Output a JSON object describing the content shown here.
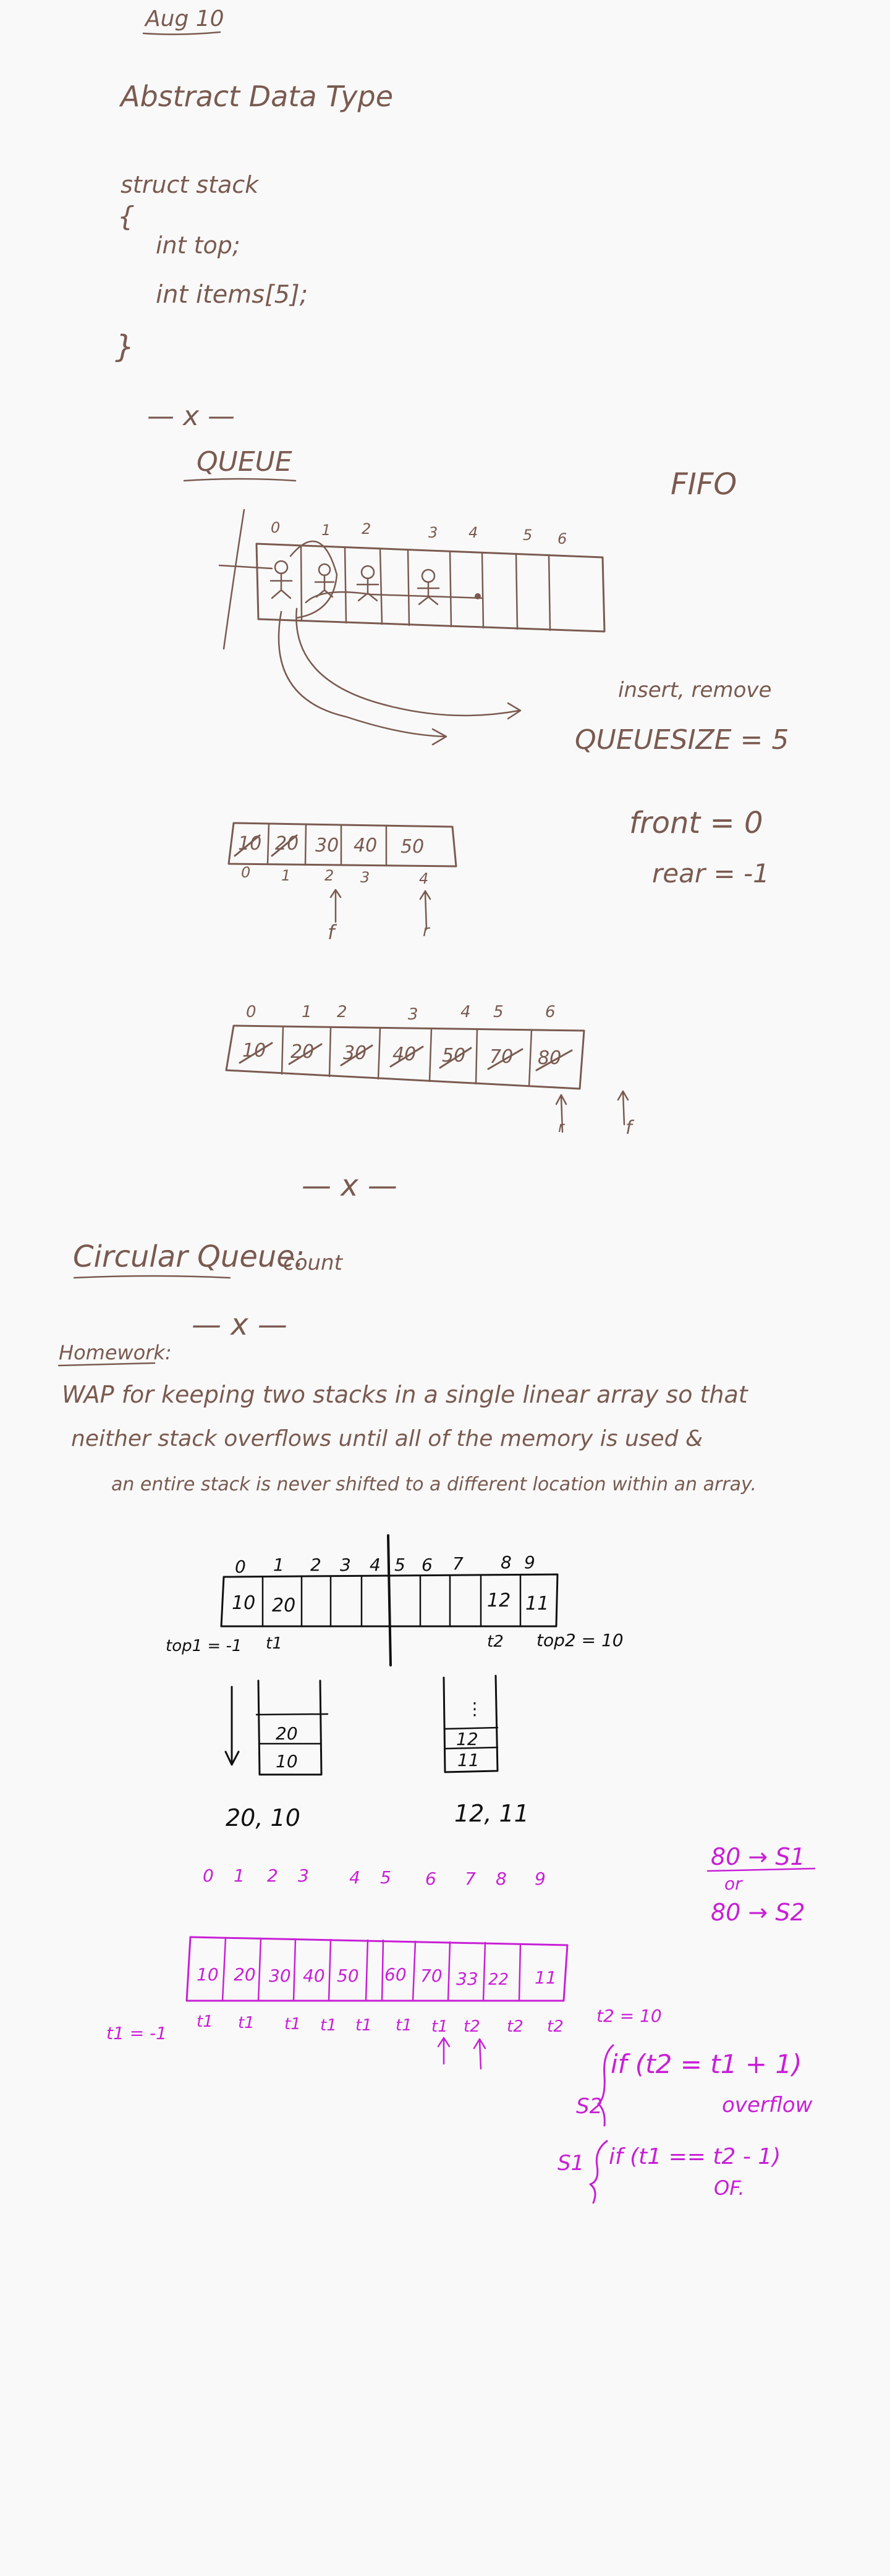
{
  "colors": {
    "background": "#f9f9f9",
    "brown_ink": "#7a5a50",
    "black_ink": "#111111",
    "magenta_ink": "#c81fd6"
  },
  "header": {
    "date": "Aug 10",
    "topic": "Abstract Data Type"
  },
  "struct_code": {
    "line1": "struct stack",
    "open_brace": "{",
    "line2": "int top;",
    "line3": "int items[5];",
    "close_brace": "}"
  },
  "separator": "— x —",
  "queue": {
    "title": "QUEUE",
    "fifo": "FIFO",
    "indices": [
      "0",
      "1",
      "2",
      "3",
      "4",
      "5",
      "6"
    ],
    "ops_note": "insert, remove",
    "size_note": "QUEUESIZE = 5",
    "front_note": "front = 0",
    "rear_note": "rear = -1"
  },
  "array_small": {
    "cells": [
      "10",
      "20",
      "30",
      "40",
      "50"
    ],
    "indices": [
      "0",
      "1",
      "2",
      "3",
      "4"
    ],
    "f_label": "f",
    "r_label": "r"
  },
  "array_large": {
    "cells": [
      "10",
      "20",
      "30",
      "40",
      "50",
      "70",
      "80"
    ],
    "indices": [
      "0",
      "1",
      "2",
      "3",
      "4",
      "5",
      "6"
    ],
    "r_label": "r",
    "f_label": "f"
  },
  "circular": {
    "title": "Circular Queue:",
    "count": "count"
  },
  "homework": {
    "label": "Homework:",
    "line1": "WAP for keeping two stacks in a single linear array so that",
    "line2": "neither stack overflows until all of the memory is used &",
    "line3": "an entire stack is never shifted to a different location within an array."
  },
  "two_stacks_black": {
    "indices": [
      "0",
      "1",
      "2",
      "3",
      "4",
      "5",
      "6",
      "7",
      "8",
      "9"
    ],
    "cells": [
      "10",
      "20",
      "",
      "",
      "",
      "",
      "",
      "",
      "12",
      "11"
    ],
    "top1_label": "top1 = -1",
    "t1_label": "t1",
    "t2_label": "t2",
    "top2_label": "top2 = 10",
    "stack1_values": [
      "20",
      "10"
    ],
    "stack1_pop": "20, 10",
    "stack2_values": [
      "⋮",
      "12",
      "11"
    ],
    "stack2_pop": "12, 11"
  },
  "two_stacks_magenta": {
    "note1": "80 → S1",
    "note_or": "or",
    "note2": "80 → S2",
    "indices": [
      "0",
      "1",
      "2",
      "3",
      "4",
      "5",
      "6",
      "7",
      "8",
      "9"
    ],
    "cells": [
      "10",
      "20",
      "30",
      "40",
      "50",
      "60",
      "70",
      "33",
      "22",
      "11"
    ],
    "t1_init": "t1 = -1",
    "t2_init": "t2 = 10",
    "pointer_labels": [
      "t1",
      "t1",
      "t1",
      "t1",
      "t1",
      "t1",
      "t1",
      "t2",
      "t2",
      "t2"
    ],
    "cond_s2_label": "S2",
    "cond_s2": "if (t2 = t1 + 1)",
    "cond_s2_result": "overflow",
    "cond_s1_label": "S1",
    "cond_s1": "if (t1 == t2 - 1)",
    "cond_s1_result": "OF."
  }
}
